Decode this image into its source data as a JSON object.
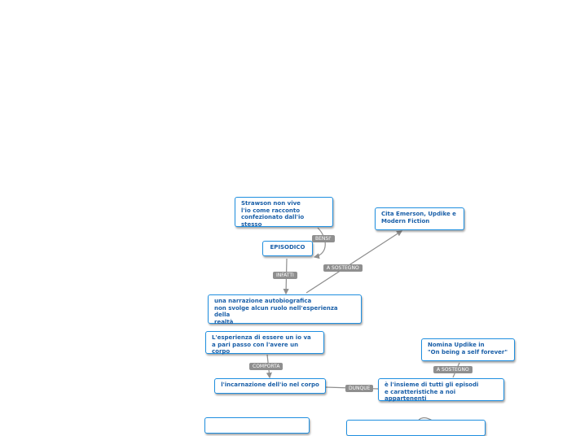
{
  "nodes": {
    "strawson": "Strawson non vive\nl'io come racconto\nconfezionato dall'io stesso",
    "episodico": "EPISODICO",
    "cita": "Cita Emerson, Updike e\nModern Fiction",
    "narrazione": "una narrazione autobiografica\nnon svolge alcun ruolo nell'esperienza della\nrealtà",
    "esperienza": "L'esperienza di essere un io va\na pari passo con l'avere un corpo",
    "incarnazione": "l'incarnazione dell'io nel corpo",
    "nomina": "Nomina Updike in\n\"On being a self forever\"",
    "insieme": "è l'insieme di tutti gli episodi\ne caratteristiche a noi appartenenti"
  },
  "labels": {
    "bensi": "BENSI'",
    "infatti": "INFATTI",
    "a_sostegno_1": "A SOSTEGNO",
    "comporta": "COMPORTA",
    "a_sostegno_2": "A SOSTEGNO",
    "dunque": "DUNQUE"
  },
  "colors": {
    "node_border": "#1f8fe0",
    "node_text": "#1a5fa8",
    "connector": "#8f8f8f",
    "label_bg": "#8f8f8f",
    "label_text": "#ffffff"
  }
}
